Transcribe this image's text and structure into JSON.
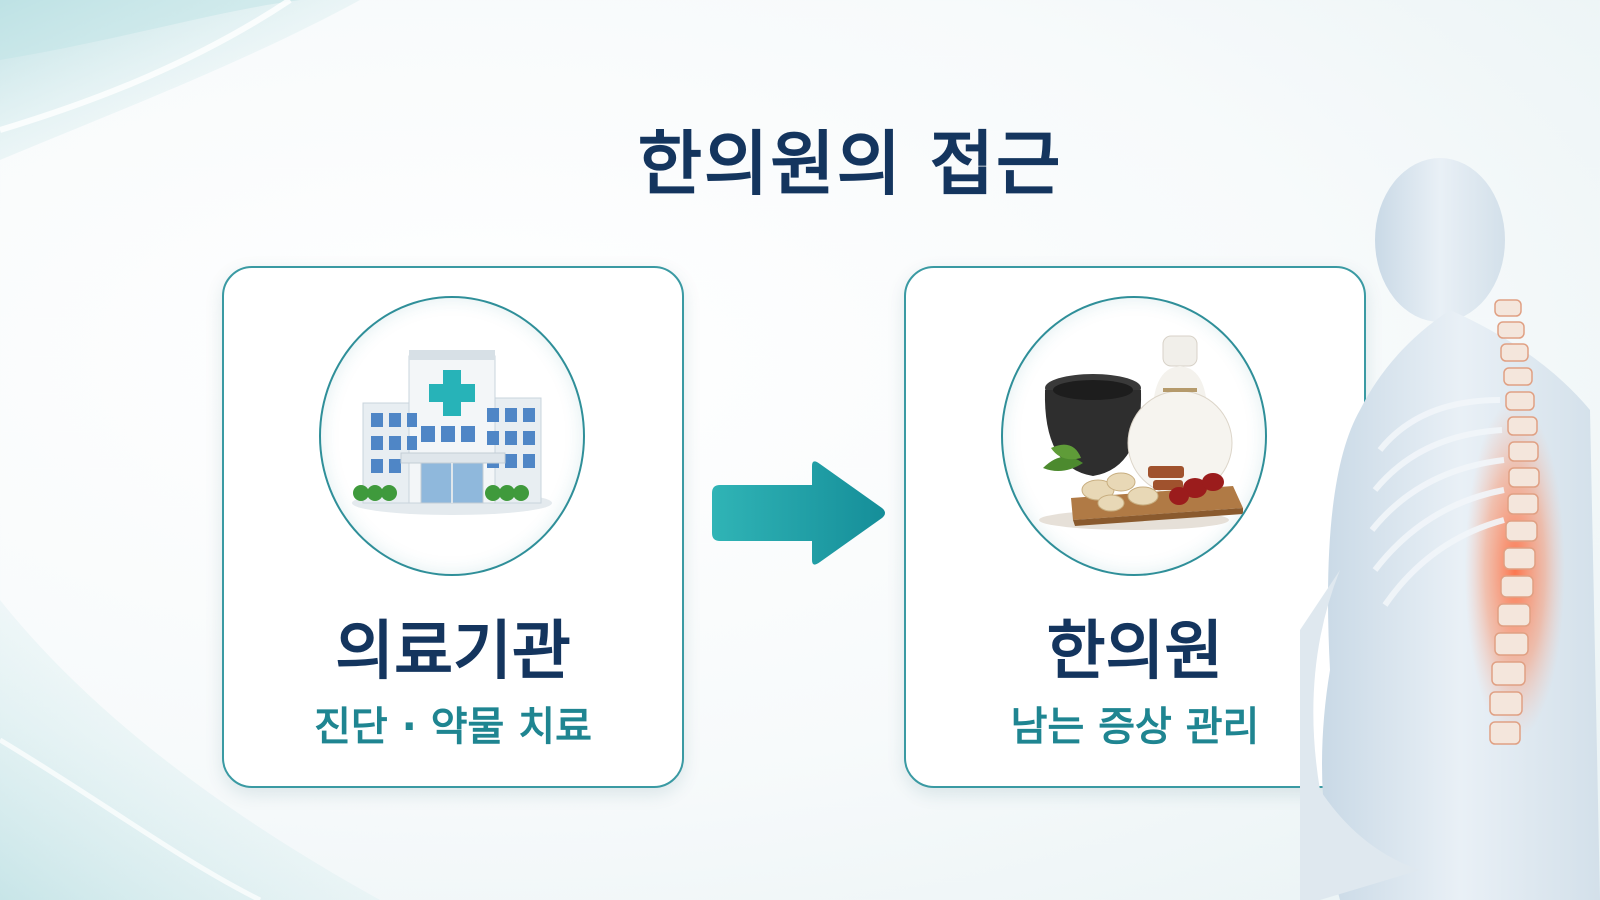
{
  "title": "한의원의 접근",
  "cards": [
    {
      "title": "의료기관",
      "subtitle": "진단 · 약물 치료",
      "icon": "hospital-building-icon"
    },
    {
      "title": "한의원",
      "subtitle": "남는 증상 관리",
      "icon": "herbal-medicine-icon"
    }
  ],
  "arrow_icon": "right-arrow-icon",
  "figure": "spine-pain-body-illustration",
  "colors": {
    "title": "#14355e",
    "subtitle": "#1f8591",
    "accent": "#2aa3a8",
    "border": "#3a9aa3"
  }
}
